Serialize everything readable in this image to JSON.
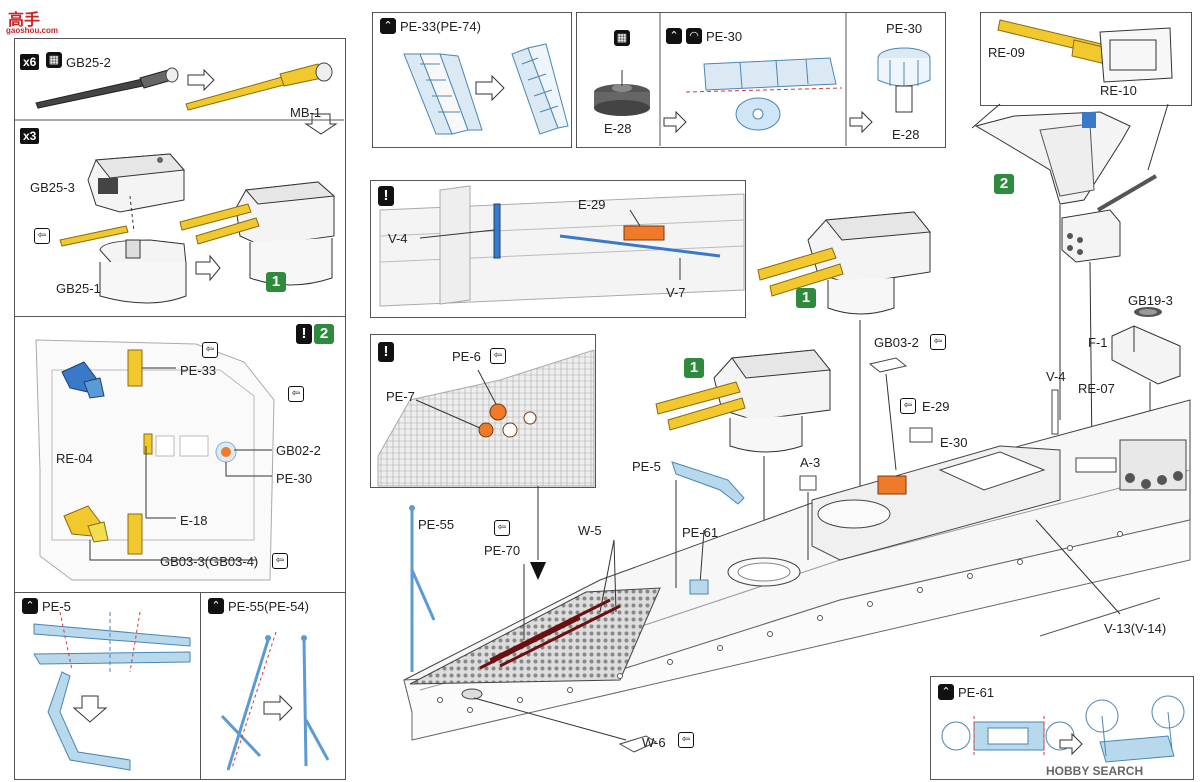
{
  "watermark_top": {
    "name": "高手",
    "site": "gaoshou.com"
  },
  "watermark_bottom": "HOBBY SEARCH",
  "colors": {
    "barrel_gray": "#555555",
    "barrel_yellow": "#f2c82f",
    "part_blue": "#5b9bd5",
    "part_orange": "#ee7a2a",
    "step_green": "#2e8b3e",
    "pe_light": "#b8d8ec",
    "deck_dark": "#6b1010"
  },
  "steps": {
    "gun_assembly": {
      "qty": "x6",
      "part_from": "GB25-2",
      "part_to": "MB-1"
    },
    "turret": {
      "qty": "x3",
      "labels": [
        "GB25-3",
        "GB25-1"
      ],
      "result": "1"
    },
    "bridge_deck": {
      "step": "2",
      "labels": [
        "PE-33",
        "RE-04",
        "GB02-2",
        "PE-30",
        "E-18",
        "GB03-3(GB03-4)"
      ]
    },
    "pe5": {
      "title": "PE-5"
    },
    "pe55": {
      "title": "PE-55(PE-54)"
    },
    "ladder": {
      "title": "PE-33(PE-74)"
    },
    "e28": {
      "labels": [
        "E-28",
        "PE-30",
        "PE-30",
        "E-28"
      ]
    },
    "detail_mid": {
      "labels": [
        "E-29",
        "V-4",
        "V-7"
      ]
    },
    "detail_deck": {
      "labels": [
        "PE-6",
        "PE-7"
      ]
    },
    "superstructure": {
      "labels": [
        "RE-09",
        "RE-10"
      ],
      "step": "2"
    },
    "hull": {
      "labels": [
        "GB03-2",
        "E-29",
        "E-30",
        "V-4",
        "RE-07",
        "GB19-3",
        "F-1",
        "A-3",
        "PE-5",
        "PE-61",
        "W-5",
        "PE-55",
        "PE-70",
        "V-13(V-14)",
        "W-6"
      ],
      "turret_marks": [
        "1",
        "1"
      ]
    },
    "pe61": {
      "title": "PE-61"
    }
  }
}
